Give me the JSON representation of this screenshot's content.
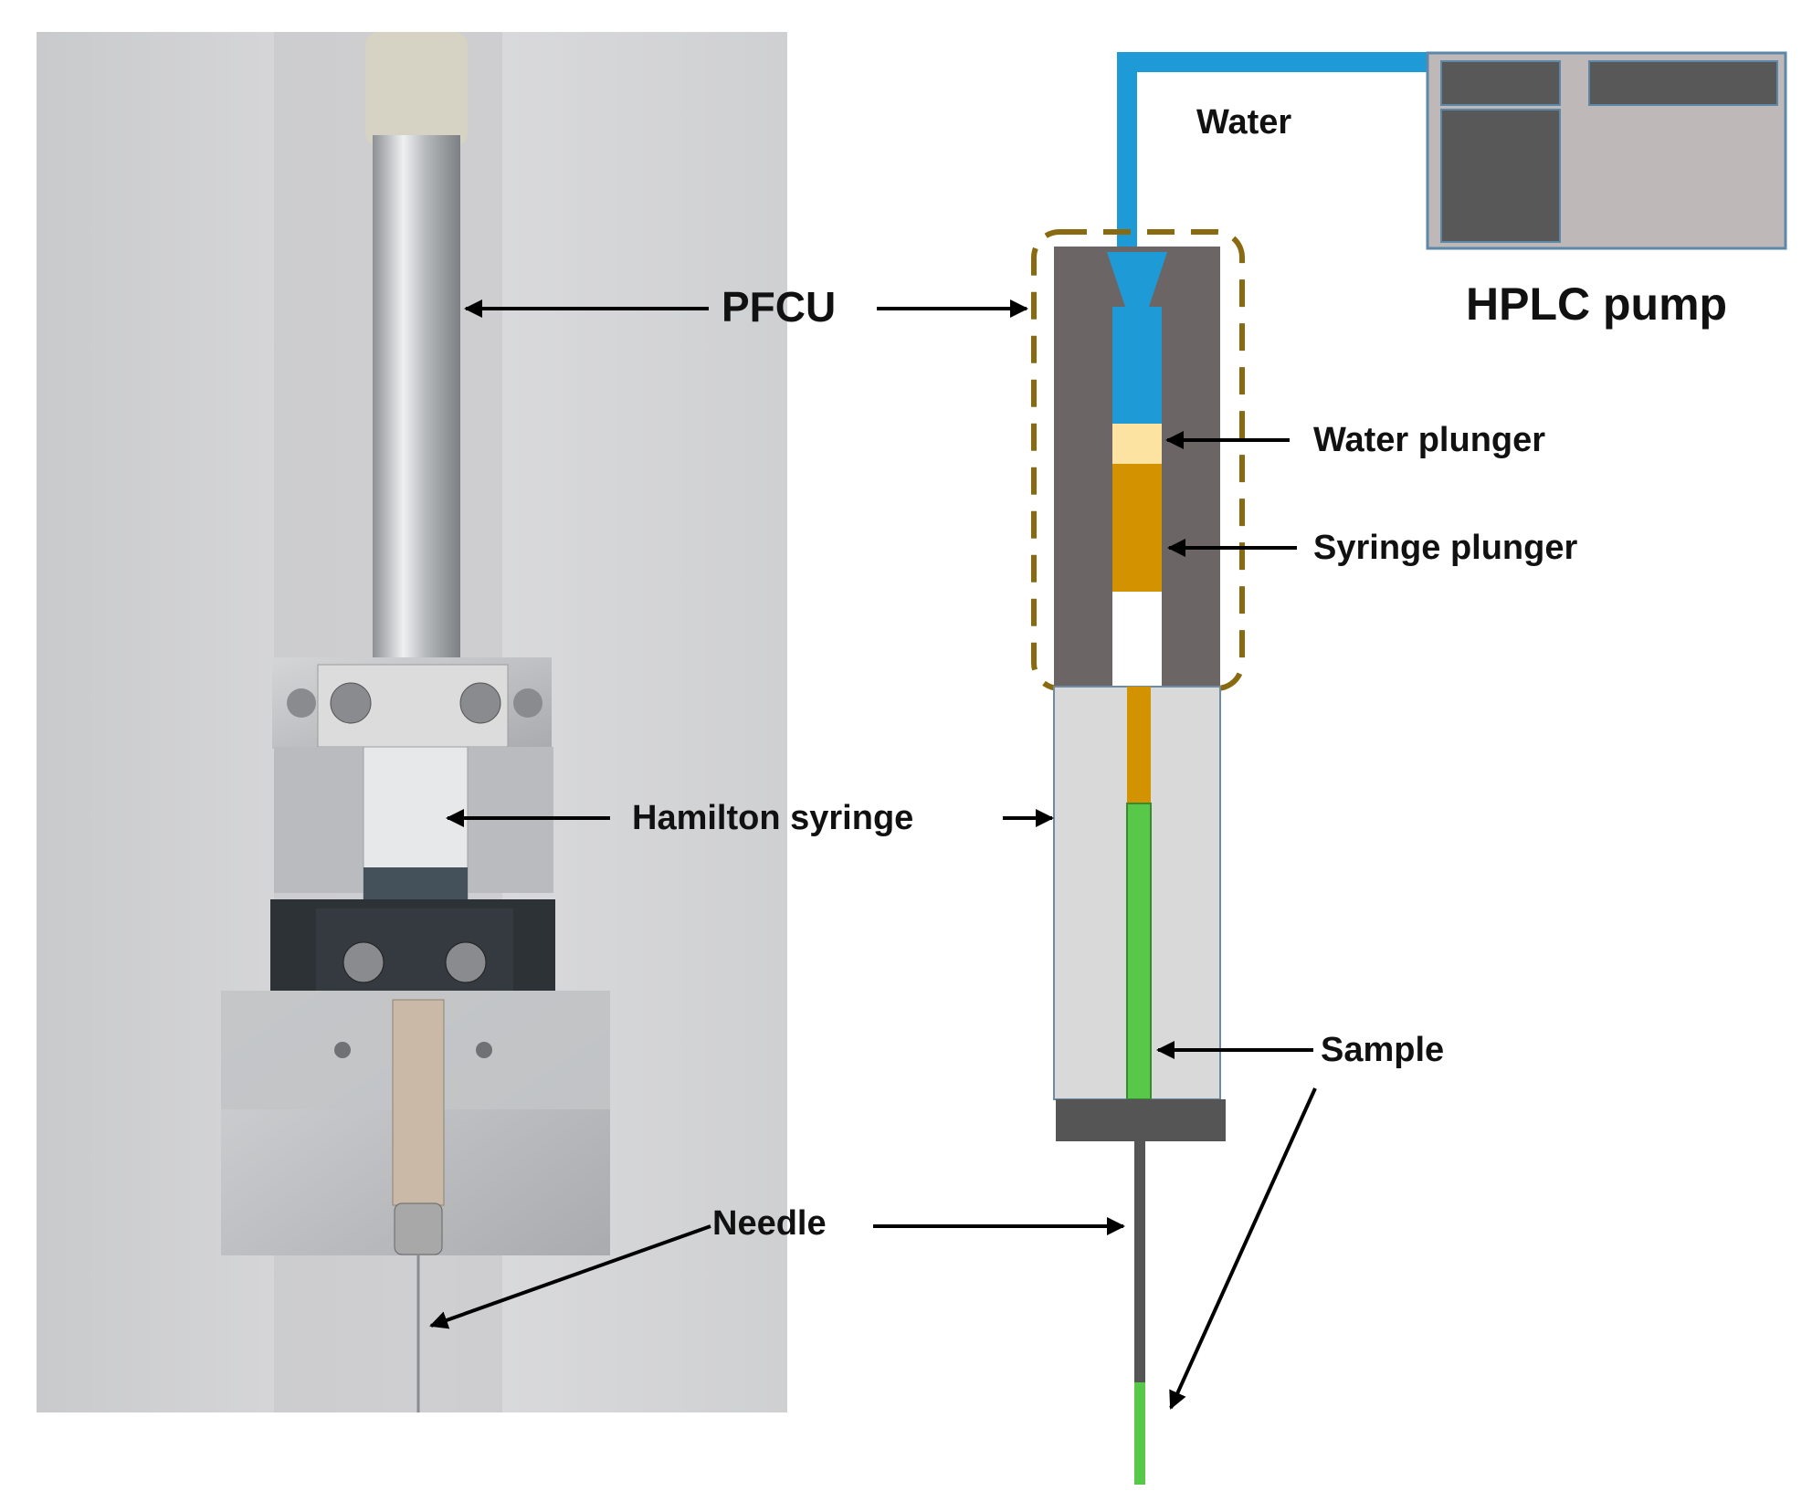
{
  "labels": {
    "pfcu": "PFCU",
    "water": "Water",
    "hplc_pump": "HPLC pump",
    "water_plunger": "Water plunger",
    "syringe_plunger": "Syringe plunger",
    "hamilton_syringe": "Hamilton syringe",
    "sample": "Sample",
    "needle": "Needle"
  },
  "colors": {
    "water": "#1e9ad6",
    "pfcu_body": "#6b6566",
    "water_plunger": "#fde3a1",
    "syringe_plunger": "#d39300",
    "syringe_barrel": "#d9d9d9",
    "sample": "#58c84a",
    "needle": "#555555",
    "pump_body": "#bfb8b8",
    "pump_panel": "#585858",
    "dashed_outline": "#8a6a10",
    "photo_background": "#d2d3d5",
    "metal": "#c4c6c8",
    "clamp": "#32373d"
  }
}
